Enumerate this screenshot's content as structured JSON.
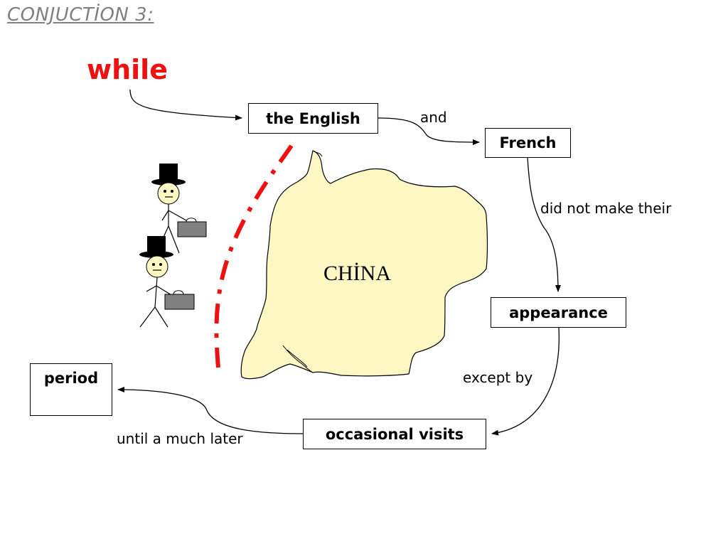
{
  "slide": {
    "title": "CONJUCTİON 3:",
    "keyword": "while",
    "boxes": {
      "english": "the English",
      "french": "French",
      "appearance": "appearance",
      "visits": "occasional visits",
      "period": "period"
    },
    "connectors": {
      "and": "and",
      "did_not_make_their": "did not make their",
      "except_by": "except by",
      "until_a_much_later": "until a much later"
    },
    "map_label": "CHİNA"
  },
  "colors": {
    "keyword": "#ee1111",
    "title": "#808080",
    "china_fill": "#fdf7c3",
    "barrier": "#ee1111"
  }
}
